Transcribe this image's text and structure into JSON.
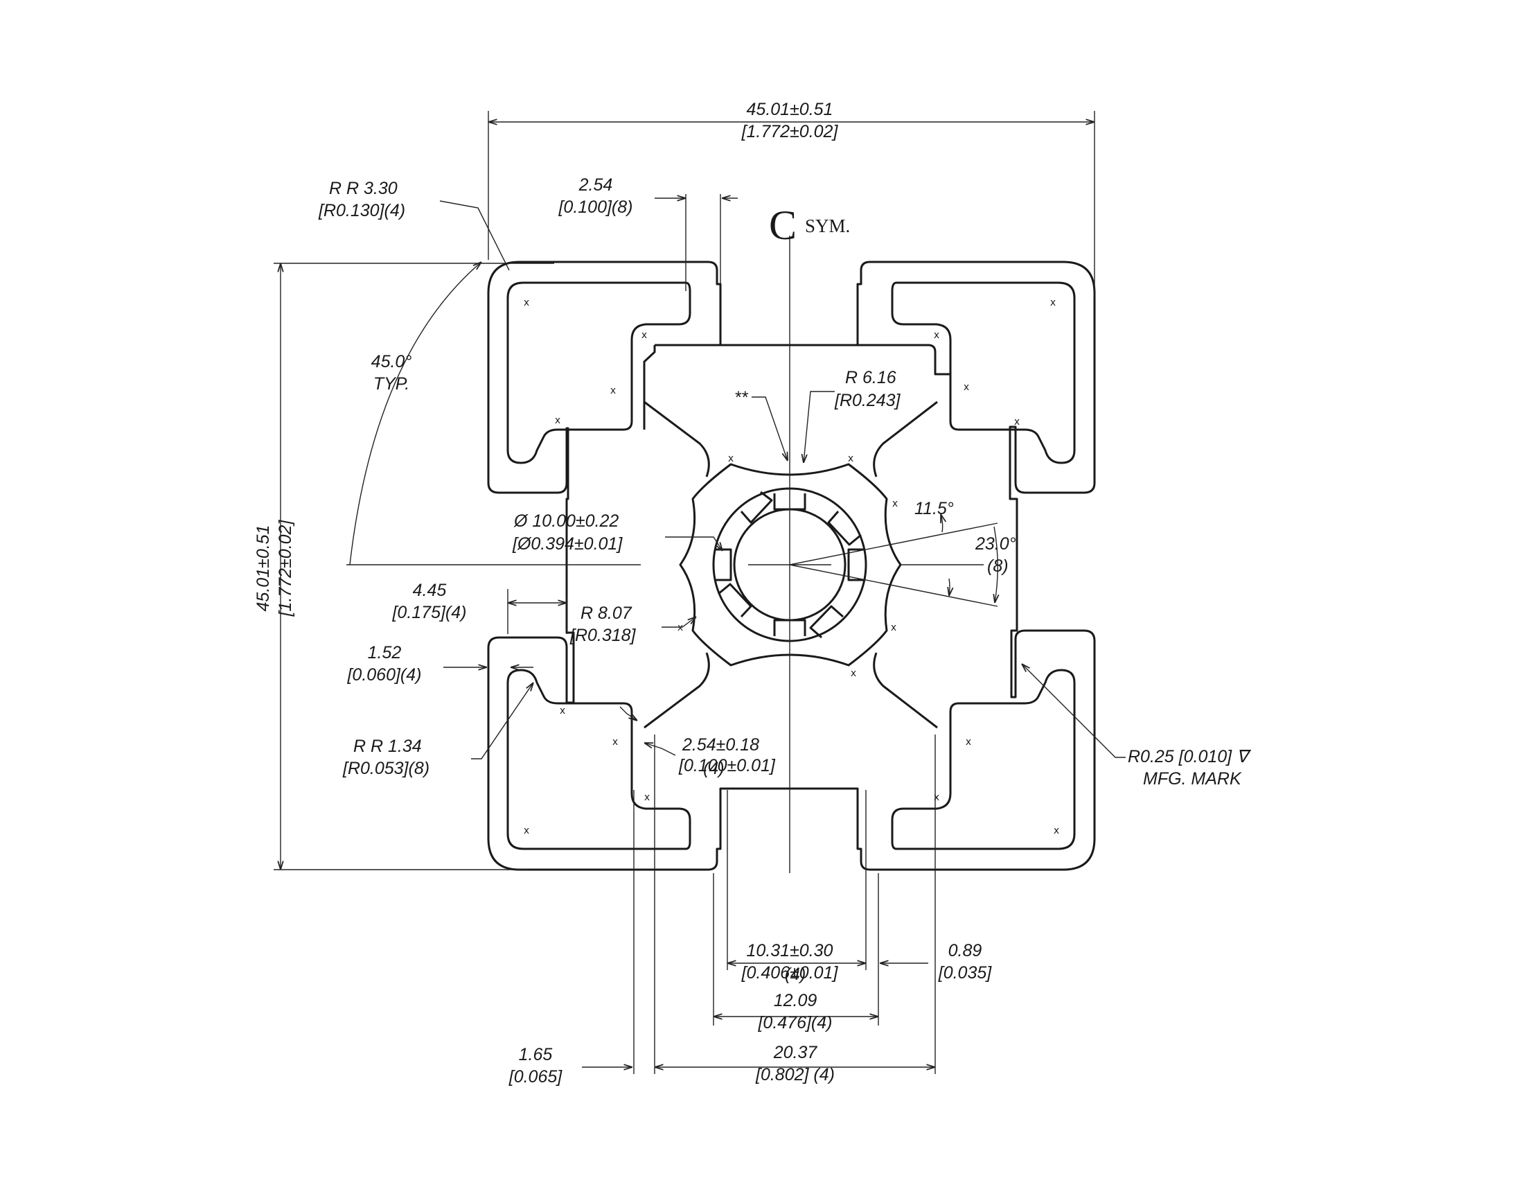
{
  "dimensions": {
    "overall_width": {
      "mm": "45.01±0.51",
      "in": "[1.772±0.02]"
    },
    "overall_height": {
      "mm": "45.01±0.51",
      "in": "[1.772±0.02]"
    },
    "corner_radius": {
      "mm": "R R 3.30",
      "in": "[R0.130](4)"
    },
    "slot_lip": {
      "mm": "2.54",
      "in": "[0.100](8)"
    },
    "angle_45": {
      "value": "45.0°",
      "note": "TYP."
    },
    "r_center_pocket": {
      "mm": "R 6.16",
      "in": "[R0.243]"
    },
    "bore": {
      "mm": "Ø 10.00±0.22",
      "in": "[Ø0.394±0.01]"
    },
    "angle_small": {
      "value": "11.5°"
    },
    "angle_large": {
      "value": "23.0°",
      "count": "(8)"
    },
    "lip_depth": {
      "mm": "4.45",
      "in": "[0.175](4)"
    },
    "r_web": {
      "mm": "R 8.07",
      "in": "[R0.318]"
    },
    "wall": {
      "mm": "1.52",
      "in": "[0.060](4)"
    },
    "inner_radius": {
      "mm": "R R 1.34",
      "in": "[R0.053](8)"
    },
    "web_thick": {
      "mm": "2.54±0.18",
      "in": "[0.100±0.01]",
      "count": "(4)"
    },
    "mfg_mark": {
      "line1": "R0.25 [0.010] ∇",
      "line2": "MFG. MARK"
    },
    "slot_open": {
      "mm": "10.31±0.30",
      "in": "[0.406±0.01]",
      "count": "(4)"
    },
    "step": {
      "mm": "0.89",
      "in": "[0.035]"
    },
    "slot_inner": {
      "mm": "12.09",
      "in": "[0.476](4)"
    },
    "lip_thick": {
      "mm": "1.65",
      "in": "[0.065]"
    },
    "slot_bottom": {
      "mm": "20.37",
      "in": "[0.802] (4)"
    },
    "double_star": "**"
  },
  "centerline": {
    "symbol": "C",
    "label": "SYM."
  },
  "mark": "x"
}
